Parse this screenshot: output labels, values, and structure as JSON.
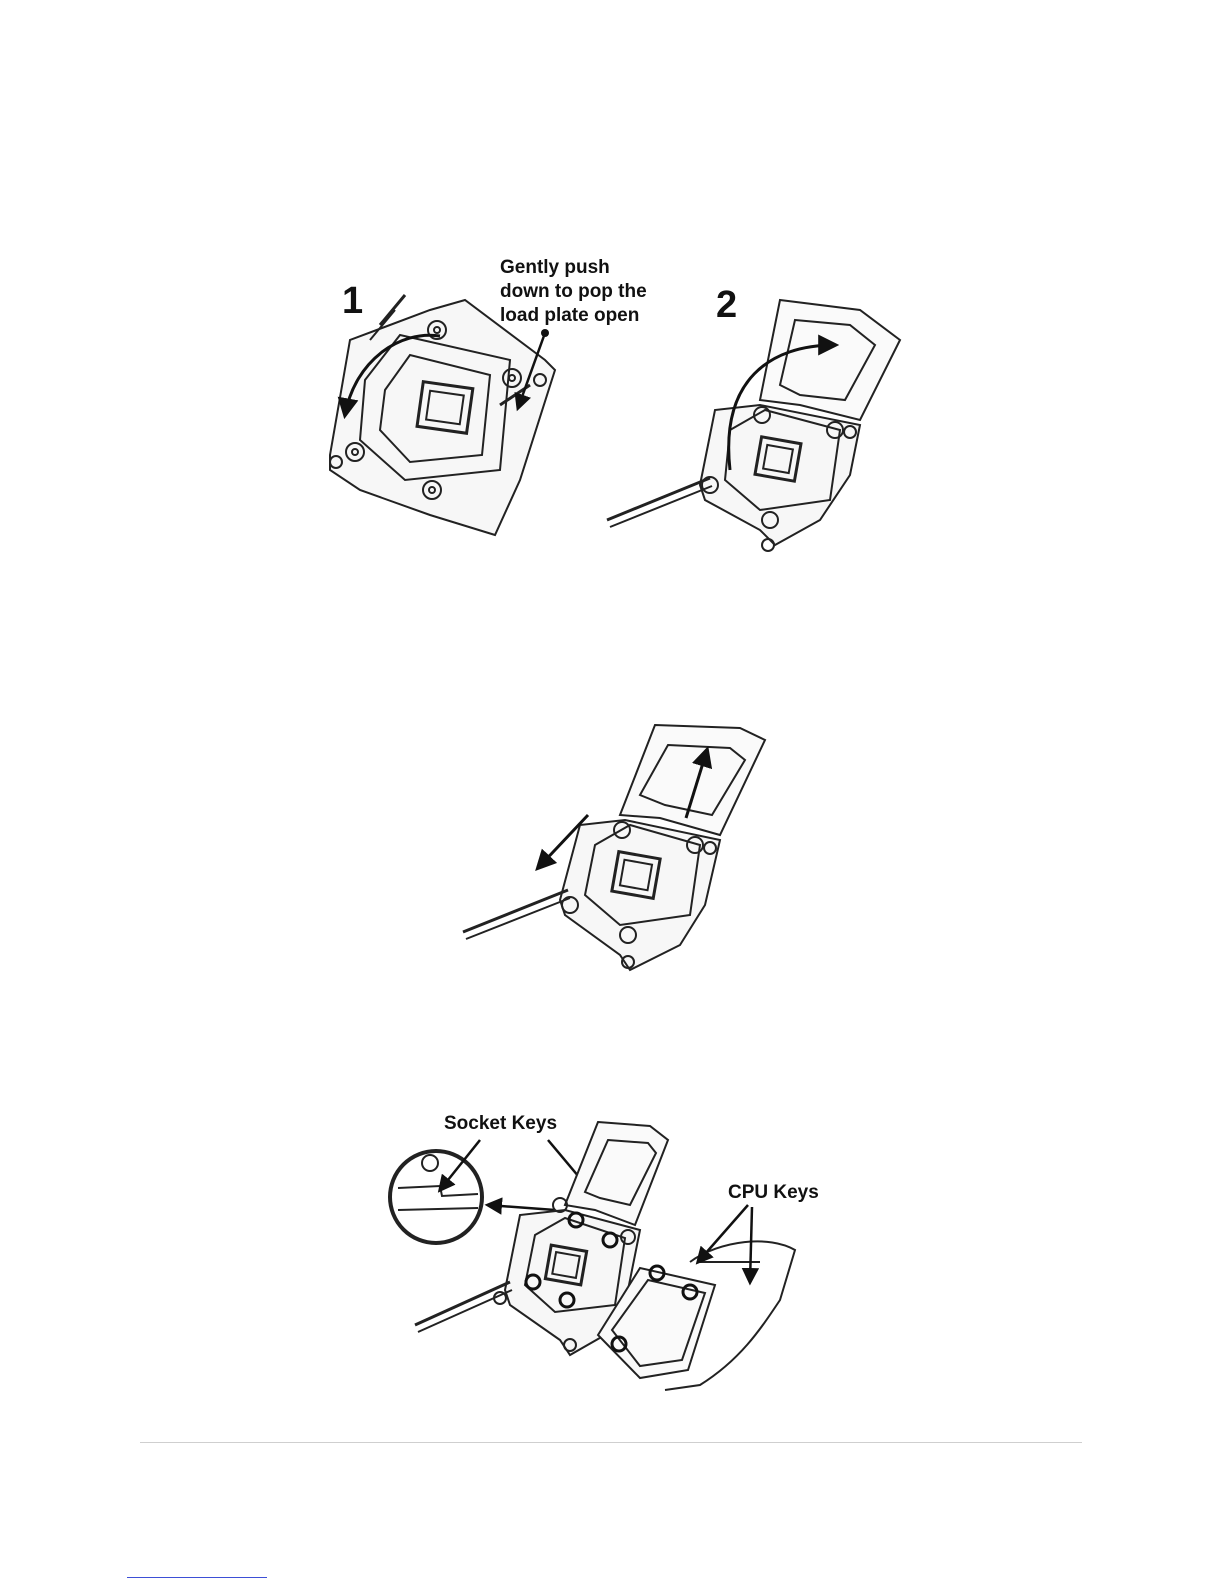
{
  "figure1": {
    "step1_number": "1",
    "step2_number": "2",
    "callout_text": "Gently push\ndown to pop the\nload plate open"
  },
  "figure3": {
    "socket_keys_label": "Socket Keys",
    "cpu_keys_label": "CPU Keys"
  }
}
